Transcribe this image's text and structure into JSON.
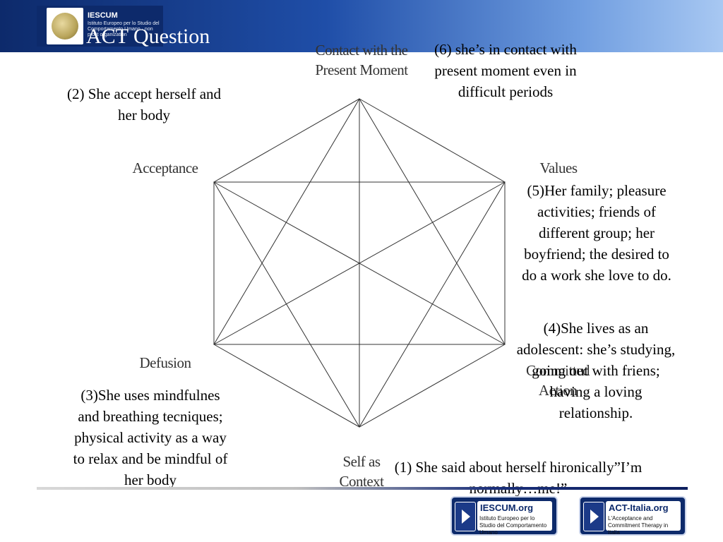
{
  "header": {
    "logo": {
      "name": "IESCUM",
      "subtitle": "Istituto Europeo per lo Studio del Comportamento Umano · non profit organization"
    },
    "title": "ACT Question"
  },
  "hexaflex": {
    "vertices": {
      "top": "Contact with the Present Moment",
      "top_right": "Values",
      "bottom_right": "Committed Action",
      "bottom": "Self as Context",
      "bottom_left": "Defusion",
      "top_left": "Acceptance"
    }
  },
  "notes": {
    "n1": "(1) She said about herself hironically”I’m normally…me!”",
    "n2": "(2) She accept herself and her body",
    "n3": "(3)She uses mindfulnes and breathing tecniques; physical activity as a way to relax and be mindful of her body",
    "n4": "(4)She lives as an adolescent: she’s studying, going out with friens; having a loving relationship.",
    "n5": "(5)Her family; pleasure activities; friends of different group; her boyfriend; the desired to do a work she love to do.",
    "n6": "(6) she’s in contact with present moment even in difficult periods"
  },
  "footer": {
    "badges": [
      {
        "title": "IESCUM.org",
        "subtitle": "Istituto Europeo per lo Studio del Comportamento Umano"
      },
      {
        "title": "ACT-Italia.org",
        "subtitle": "L'Acceptance and Commitment Therapy in Italia"
      }
    ]
  },
  "colors": {
    "header_dark": "#0d2a6b",
    "header_light": "#a8c8f2",
    "line": "#333333"
  }
}
